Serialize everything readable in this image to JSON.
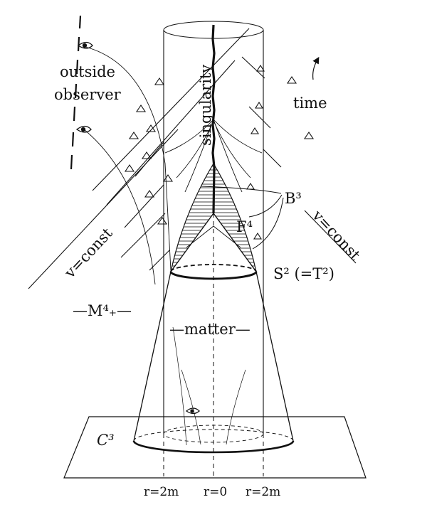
{
  "diagram": {
    "labels": {
      "outside": "outside",
      "observer": "observer",
      "singularity": "singularity",
      "time": "time",
      "b3": "B³",
      "f4": "F⁴",
      "v_const_left": "v=const",
      "v_const_right": "v=const",
      "s2": "S² (=T²)",
      "m4": "—M⁴₊—",
      "matter": "—matter—",
      "c3": "C³",
      "r_left": "r=2m",
      "r_center": "r=0",
      "r_right": "r=2m"
    },
    "colors": {
      "ink": "#111111",
      "background": "#ffffff"
    },
    "icons": [
      "light-cone-icon",
      "observer-eye-icon",
      "time-arrow-icon"
    ]
  }
}
